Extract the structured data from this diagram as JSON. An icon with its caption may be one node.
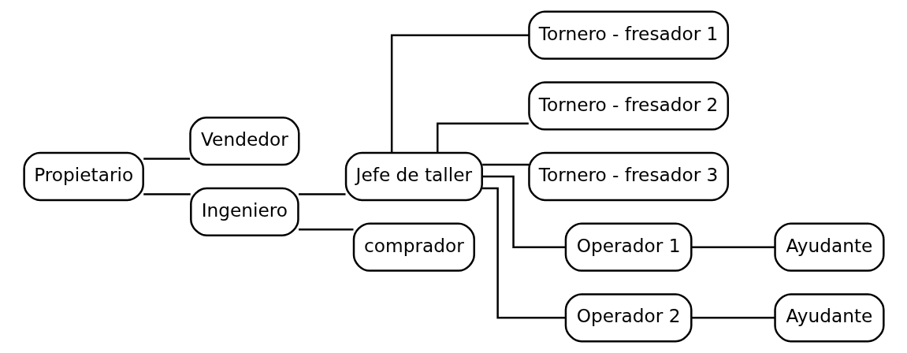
{
  "diagram": {
    "nodes": [
      {
        "text": [
          "Propietario"
        ]
      },
      {
        "text": [
          "Vendedor"
        ]
      },
      {
        "text": [
          "Ingeniero"
        ]
      },
      {
        "text": [
          "Jefe de taller"
        ]
      },
      {
        "text": [
          "comprador"
        ]
      },
      {
        "text": [
          "Tornero - fresador 1"
        ]
      },
      {
        "text": [
          "Tornero - fresador 2"
        ]
      },
      {
        "text": [
          "Tornero - fresador 3"
        ]
      },
      {
        "text": [
          "Operador 1"
        ]
      },
      {
        "text": [
          "Ayudante"
        ]
      },
      {
        "text": [
          "Operador 2"
        ]
      },
      {
        "text": [
          "Ayudante"
        ]
      }
    ],
    "edges": [
      {
        "from": 0,
        "to": 1,
        "arrow": "none"
      },
      {
        "from": 0,
        "to": 2,
        "arrow": "none"
      },
      {
        "from": 2,
        "to": 3,
        "arrow": "none"
      },
      {
        "from": 2,
        "to": 4,
        "arrow": "none"
      },
      {
        "from": 3,
        "to": 5,
        "arrow": "none"
      },
      {
        "from": 3,
        "to": 6,
        "arrow": "none"
      },
      {
        "from": 3,
        "to": 7,
        "arrow": "none"
      },
      {
        "from": 3,
        "to": 8,
        "arrow": "none"
      },
      {
        "from": 3,
        "to": 10,
        "arrow": "none"
      },
      {
        "from": 8,
        "to": 9,
        "arrow": "none"
      },
      {
        "from": 10,
        "to": 11,
        "arrow": "none"
      }
    ]
  }
}
